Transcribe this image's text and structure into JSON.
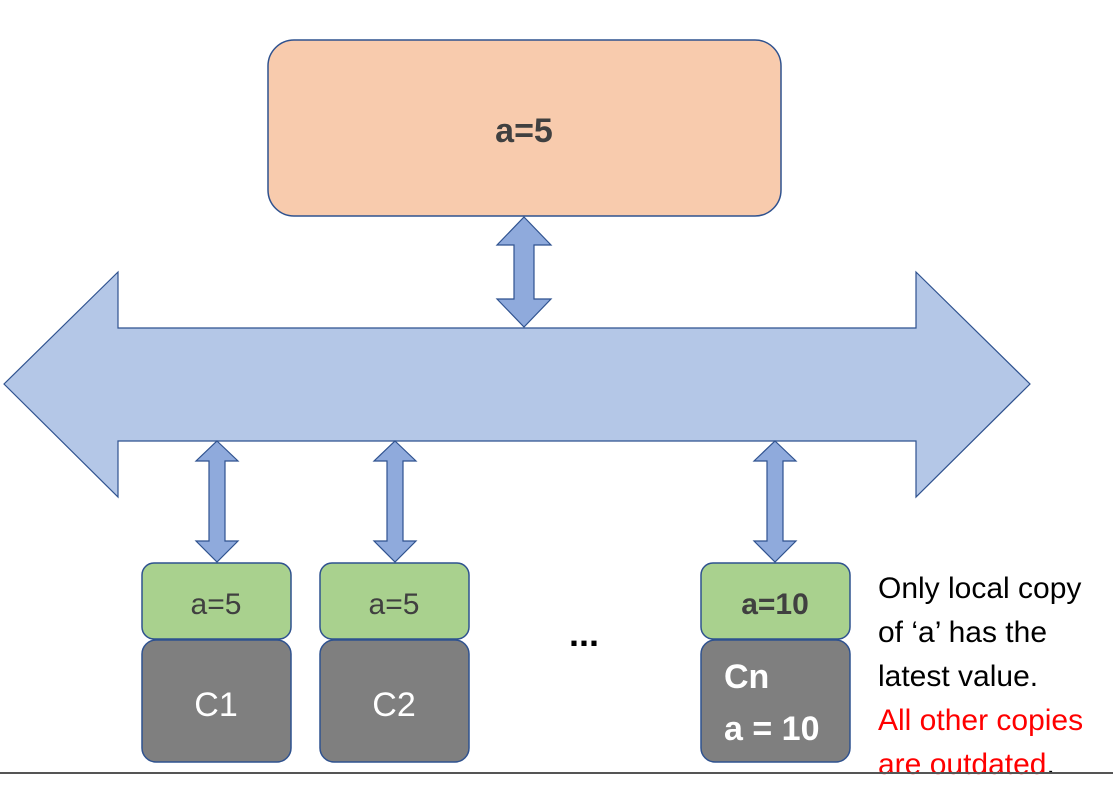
{
  "memory": {
    "label": "a=5"
  },
  "caches": [
    {
      "value": "a=5",
      "name": "C1",
      "extra": ""
    },
    {
      "value": "a=5",
      "name": "C2",
      "extra": ""
    },
    {
      "value": "a=10",
      "name": "Cn",
      "extra": "a = 10"
    }
  ],
  "ellipsis": "...",
  "note": {
    "lines": [
      "Only local copy",
      "of ‘a’ has the",
      "latest value."
    ],
    "red_line1": "All other copies",
    "red_line2": "are outdated",
    "end_punct": "."
  },
  "colors": {
    "memory_fill": "#f8cbad",
    "bus_fill": "#b4c7e7",
    "arrow_fill": "#8faadc",
    "value_fill": "#a9d18e",
    "core_fill": "#7f7f7f",
    "stroke": "#2f528f",
    "note_red": "#ff0000"
  }
}
